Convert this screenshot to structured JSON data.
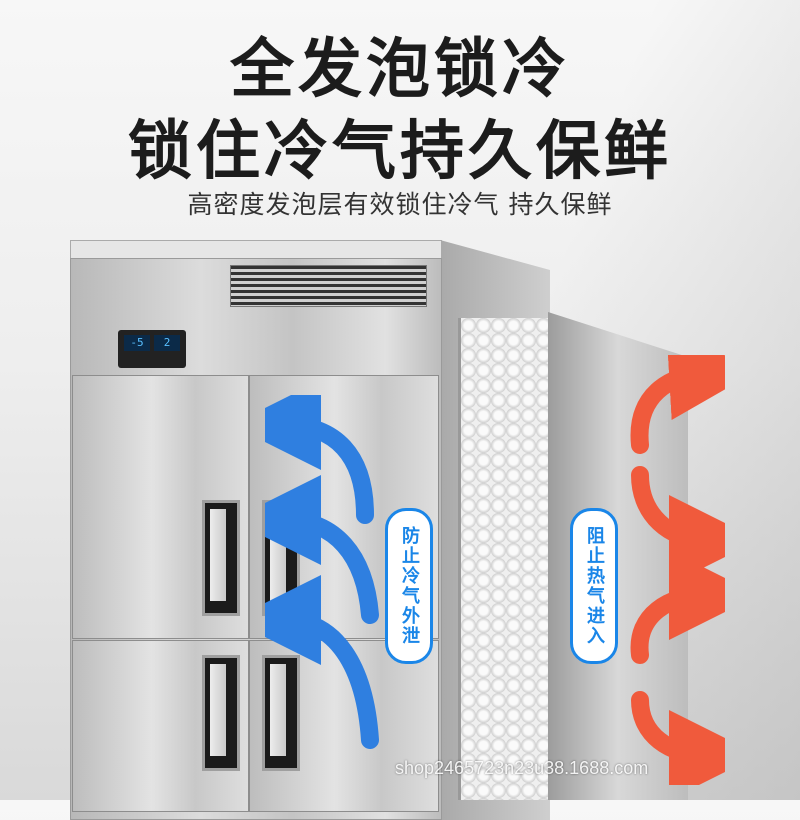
{
  "headline": {
    "line1": "全发泡锁冷",
    "line2": "锁住冷气持久保鲜",
    "subline": "高密度发泡层有效锁住冷气  持久保鲜"
  },
  "labels": {
    "left_pill": "防止冷气外泄",
    "right_pill": "阻止热气进入"
  },
  "display": {
    "left": "-5",
    "right": "2"
  },
  "watermark": "shop2465723n23u38.1688.com",
  "colors": {
    "cold_arrow": "#2f7fe0",
    "hot_arrow": "#f05a3c",
    "pill_border": "#1a86e8"
  }
}
